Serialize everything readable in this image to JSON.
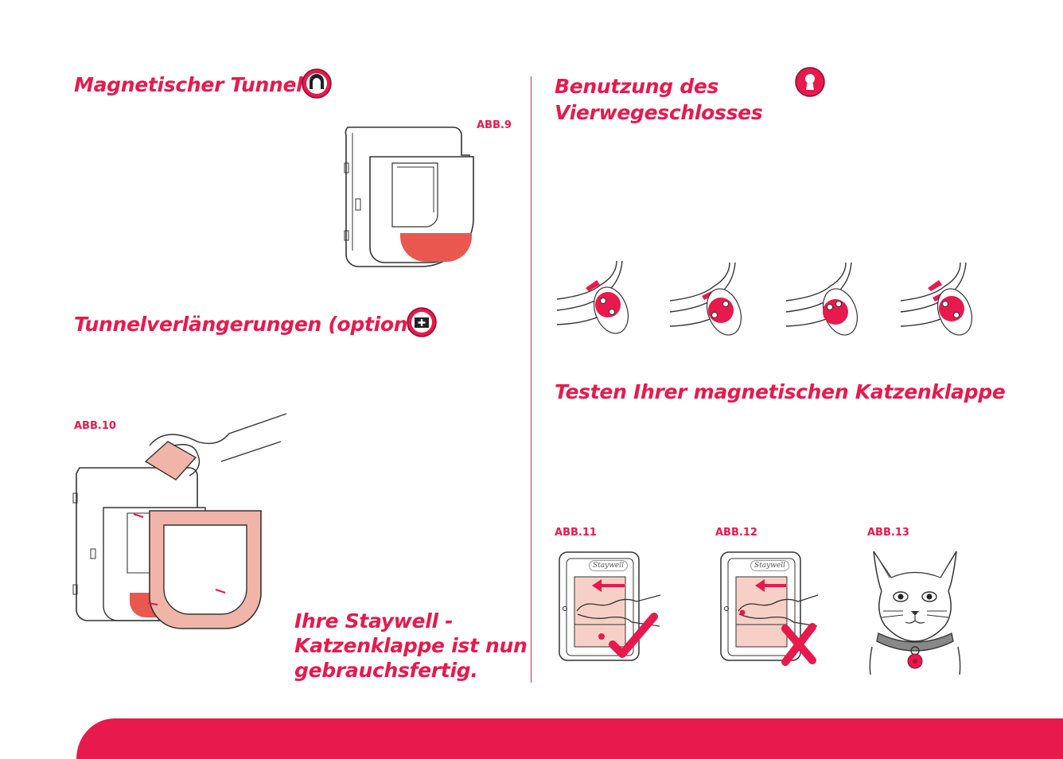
{
  "left": {
    "section1_title": "Magnetischer Tunnel",
    "fig9_label": "ABB.9",
    "section2_title": "Tunnelverlängerungen (optional)",
    "fig10_label": "ABB.10",
    "ready_text": [
      "Ihre Staywell  -",
      "Katzenklappe ist nun",
      "gebrauchsfertig."
    ]
  },
  "right": {
    "section3_title": [
      "Benutzung des",
      "Vierwegeschlosses"
    ],
    "section4_title": "Testen Ihrer magnetischen Katzenklappe",
    "fig11_label": "ABB.11",
    "fig12_label": "ABB.12",
    "fig13_label": "ABB.13",
    "brand_mark": "Staywell"
  },
  "icons": {
    "tunnel": "tunnel-icon",
    "tunnel_extension": "tunnel-extension-icon",
    "lock": "keyhole-icon",
    "check": "check-mark-icon",
    "cross": "cross-mark-icon"
  },
  "colors": {
    "accent": "#e8194c",
    "tunnel_fill": "#f0b5a8",
    "tunnel_base": "#e8584f",
    "line": "#333333"
  }
}
